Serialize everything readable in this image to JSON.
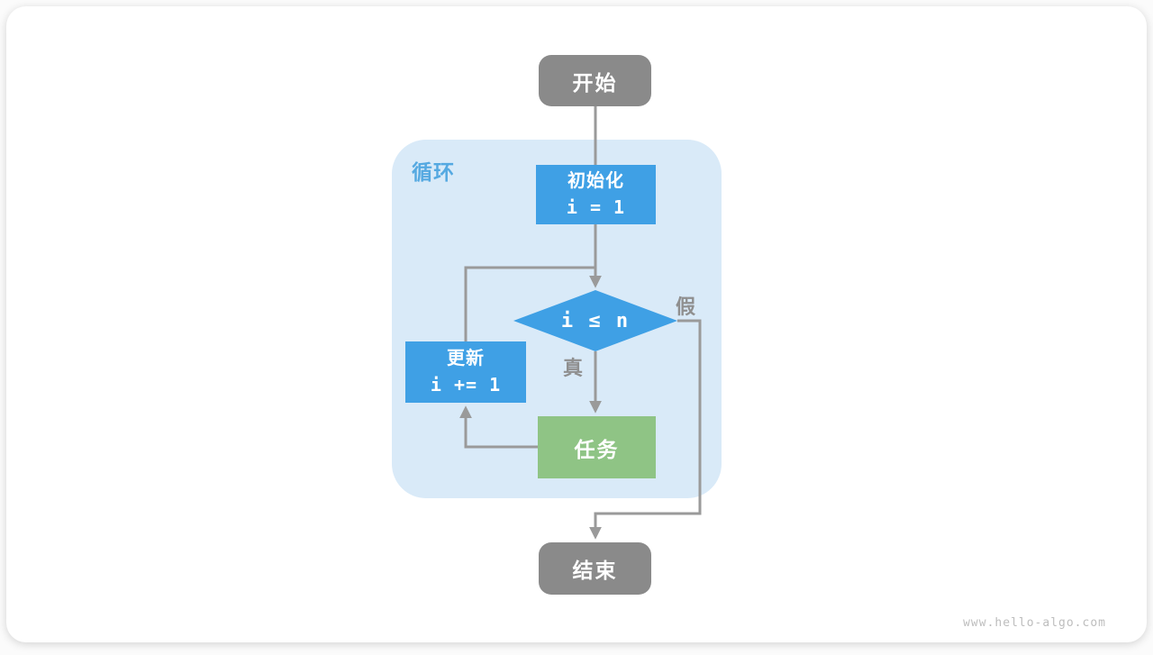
{
  "page": {
    "watermark": "www.hello-algo.com"
  },
  "diagram": {
    "loop_label": "循环",
    "nodes": {
      "start": {
        "label": "开始"
      },
      "init": {
        "title": "初始化",
        "code": "i = 1"
      },
      "condition": {
        "label": "i ≤ n"
      },
      "update": {
        "title": "更新",
        "code": "i += 1"
      },
      "task": {
        "label": "任务"
      },
      "end": {
        "label": "结束"
      }
    },
    "edges": {
      "true_label": "真",
      "false_label": "假"
    },
    "colors": {
      "node_blue": "#3FA0E5",
      "node_green": "#8FC485",
      "node_gray": "#8A8A8A",
      "loop_background": "#D9EAF8",
      "loop_label_blue": "#55A9E1",
      "connector_gray": "#9A9A9A",
      "branch_label_gray": "#8F8F8F",
      "watermark_gray": "#BDBDBD"
    }
  }
}
